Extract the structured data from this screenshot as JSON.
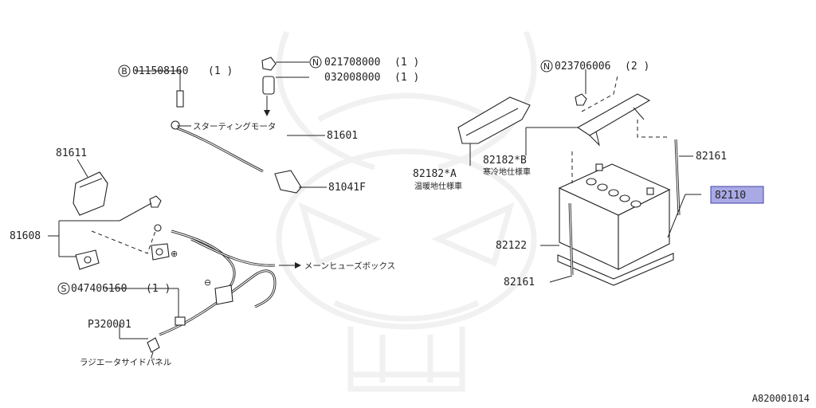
{
  "diagram": {
    "highlight_color": "#a9a9e6",
    "watermark_color": "#f1f1f1",
    "figure_code": "A820001014",
    "callouts": {
      "b_bolt": {
        "letter": "B",
        "code": "011508160",
        "qty": "(1 )"
      },
      "n_nut1": {
        "letter": "N",
        "code": "021708000",
        "qty": "(1 )"
      },
      "washer": {
        "code": "032008000",
        "qty": "(1 )"
      },
      "n_nut2": {
        "letter": "N",
        "code": "023706006",
        "qty": "(2 )"
      },
      "s_bolt": {
        "letter": "S",
        "code": "047406160",
        "qty": "(1 )"
      }
    },
    "parts": {
      "p81611": "81611",
      "p81608": "81608",
      "p81601": "81601",
      "p81041f": "81041F",
      "p82182a": "82182*A",
      "p82182a_note": "温暖地仕様車",
      "p82182b": "82182*B",
      "p82182b_note": "寒冷地仕様車",
      "p82161_top": "82161",
      "p82110": "82110",
      "p82122": "82122",
      "p82161_bottom": "82161",
      "p320001": "P320001"
    },
    "annotations": {
      "starting_motor": "スターティングモータ",
      "main_fuse_box": "メーンヒューズボックス",
      "radiator_panel": "ラジエータサイドパネル",
      "plus": "⊕",
      "minus": "⊖"
    }
  }
}
